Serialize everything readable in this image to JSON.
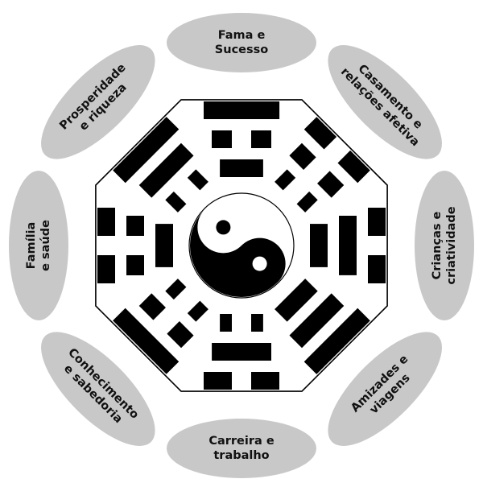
{
  "diagram": {
    "colors": {
      "background": "#ffffff",
      "ellipse_fill": "#c8c8c8",
      "ink": "#000000",
      "paper": "#ffffff"
    },
    "center_symbol": "yin-yang",
    "areas": [
      {
        "id": "fame",
        "lines": [
          "Fama e",
          "Sucesso"
        ]
      },
      {
        "id": "relationships",
        "lines": [
          "Casamento e",
          "relações afetiva"
        ]
      },
      {
        "id": "children",
        "lines": [
          "Crianças e",
          "criatividade"
        ]
      },
      {
        "id": "friends",
        "lines": [
          "Amizades e",
          "viagens"
        ]
      },
      {
        "id": "career",
        "lines": [
          "Carreira e",
          "trabalho"
        ]
      },
      {
        "id": "knowledge",
        "lines": [
          "Conhecimento",
          "e sabedoria"
        ]
      },
      {
        "id": "family",
        "lines": [
          "Família",
          "e saúde"
        ]
      },
      {
        "id": "prosperity",
        "lines": [
          "Prosperidade",
          "e riqueza"
        ]
      }
    ],
    "trigrams": [
      {
        "id": "fame",
        "lines": [
          "solid",
          "broken",
          "solid"
        ]
      },
      {
        "id": "relationships",
        "lines": [
          "broken",
          "broken",
          "broken"
        ]
      },
      {
        "id": "children",
        "lines": [
          "broken",
          "solid",
          "solid"
        ]
      },
      {
        "id": "friends",
        "lines": [
          "solid",
          "solid",
          "solid"
        ]
      },
      {
        "id": "career",
        "lines": [
          "broken",
          "solid",
          "broken"
        ]
      },
      {
        "id": "knowledge",
        "lines": [
          "solid",
          "broken",
          "broken"
        ]
      },
      {
        "id": "family",
        "lines": [
          "broken",
          "broken",
          "solid"
        ]
      },
      {
        "id": "prosperity",
        "lines": [
          "solid",
          "solid",
          "broken"
        ]
      }
    ]
  }
}
